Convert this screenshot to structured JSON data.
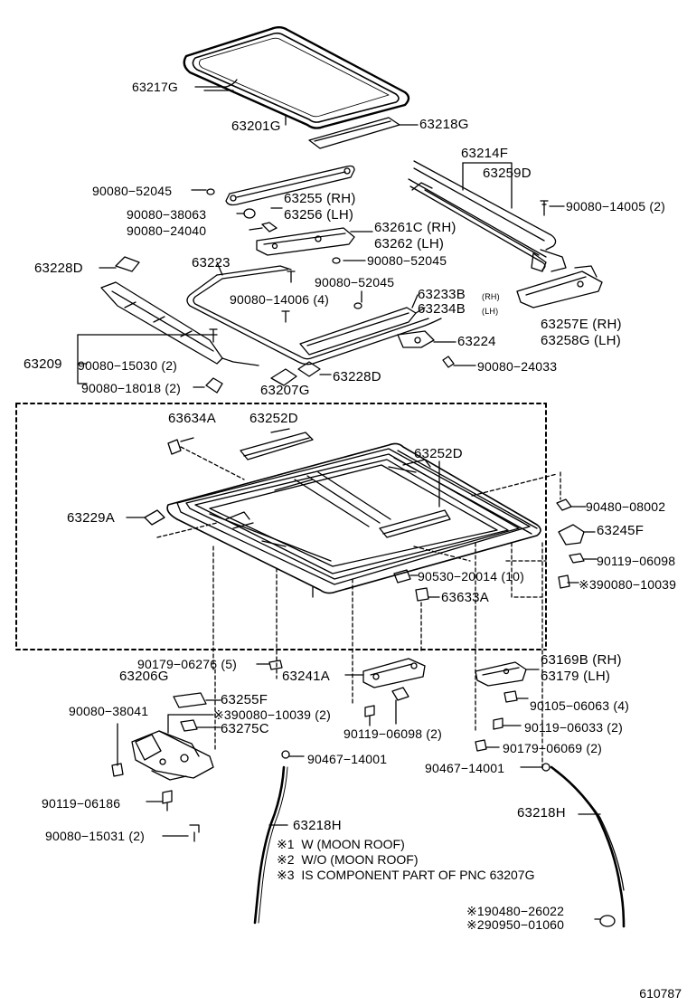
{
  "labels": {
    "p63217G": "63217G",
    "p63201G": "63201G",
    "p63218G": "63218G",
    "p63214F": "63214F",
    "p63259D": "63259D",
    "p90080_52045a": "90080−52045",
    "p63255": "63255 (RH)",
    "p63256": "63256 (LH)",
    "p90080_14005": "90080−14005 (2)",
    "p90080_38063": "90080−38063",
    "p90080_24040": "90080−24040",
    "p63261C": "63261C (RH)",
    "p63262": "63262   (LH)",
    "p90080_52045b": "90080−52045",
    "p63228D_a": "63228D",
    "p63223": "63223",
    "p90080_52045c": "90080−52045",
    "p90080_14006": "90080−14006 (4)",
    "p63233B": "63233B",
    "p63233B_side": "(RH)",
    "p63234B": "63234B",
    "p63234B_side": "(LH)",
    "p63257E": "63257E (RH)",
    "p63258G": "63258G (LH)",
    "p63224": "63224",
    "p63209": "63209",
    "p90080_15030": "90080−15030 (2)",
    "p90080_24033": "90080−24033",
    "p90080_18018": "90080−18018 (2)",
    "p63207G": "63207G",
    "p63228D_b": "63228D",
    "p63634A": "63634A",
    "p63252D_a": "63252D",
    "p63252D_b": "63252D",
    "p63229A": "63229A",
    "p90480_08002": "90480−08002",
    "p63245F": "63245F",
    "p90119_06098a": "90119−06098",
    "p90530_20014": "90530−20014 (10)",
    "p90080_10039a": "※390080−10039",
    "p63633A": "63633A",
    "p90179_06276": "90179−06276 (5)",
    "p63206G": "63206G",
    "p63241A": "63241A",
    "p63169B": "63169B (RH)",
    "p63179": "63179    (LH)",
    "p90080_38041": "90080−38041",
    "p63255F": "63255F",
    "p90080_10039b": "※390080−10039 (2)",
    "p63275C": "63275C",
    "p90105_06063": "90105−06063 (4)",
    "p90119_06098b": "90119−06098 (2)",
    "p90119_06033": "90119−06033 (2)",
    "p90179_06069": "90179−06069 (2)",
    "p90467_14001a": "90467−14001",
    "p90467_14001b": "90467−14001",
    "p90119_06186": "90119−06186",
    "p63218H_a": "63218H",
    "p63218H_b": "63218H",
    "p90080_15031": "90080−15031 (2)",
    "p190480_26022": "※190480−26022",
    "p290950_01060": "※290950−01060"
  },
  "notes": [
    {
      "mark": "※1",
      "text": "W (MOON ROOF)"
    },
    {
      "mark": "※2",
      "text": "W/O (MOON ROOF)"
    },
    {
      "mark": "※3",
      "text": "IS COMPONENT PART OF PNC 63207G"
    }
  ],
  "figure_id": "610787"
}
